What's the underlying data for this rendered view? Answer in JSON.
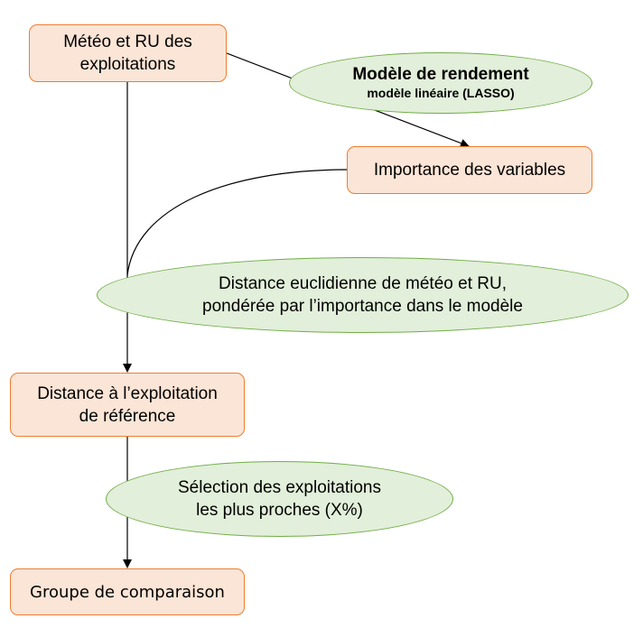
{
  "diagram": {
    "colors": {
      "box_fill": "#fbe5d6",
      "box_border": "#ed7d31",
      "ellipse_fill": "#e2efda",
      "ellipse_border": "#70ad47",
      "connector": "#000000"
    },
    "nodes": {
      "meteo": {
        "lines": [
          "Météo et RU des",
          "exploitations"
        ]
      },
      "modele": {
        "title": "Modèle de rendement",
        "subtitle": "modèle linéaire (LASSO)"
      },
      "importance": {
        "lines": [
          "Importance des variables"
        ]
      },
      "distance_euclid": {
        "lines": [
          "Distance euclidienne de météo et RU,",
          "pondérée par l’importance dans le modèle"
        ]
      },
      "distance_ref": {
        "lines": [
          "Distance à l’exploitation",
          "de référence"
        ]
      },
      "selection": {
        "lines": [
          "Sélection des exploitations",
          "les plus proches (X%)"
        ]
      },
      "groupe": {
        "lines": [
          "Groupe de comparaison"
        ]
      }
    },
    "edges": [
      {
        "from": "meteo",
        "to": "importance",
        "via": "modele",
        "arrow": true
      },
      {
        "from": "importance",
        "to": "meteo-distance-line",
        "style": "curve",
        "arrow": false
      },
      {
        "from": "meteo",
        "to": "distance_ref",
        "via": "distance_euclid",
        "arrow": true
      },
      {
        "from": "distance_ref",
        "to": "groupe",
        "via": "selection",
        "arrow": true
      }
    ]
  }
}
